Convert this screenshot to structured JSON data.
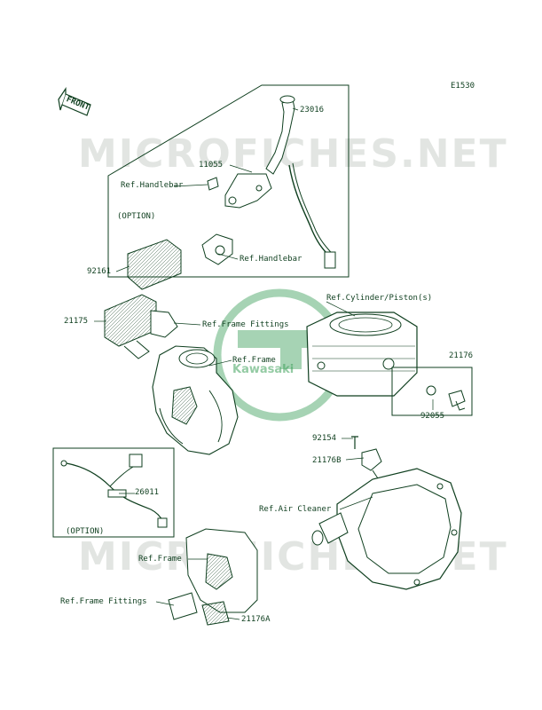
{
  "diagram_code": "E1530",
  "front_arrow_label": "FRONT",
  "watermark_text": "MICROFICHES.NET",
  "logo_text": "Kawasaki",
  "colors": {
    "line": "#0f3f1f",
    "part_fill": "#e6efe8",
    "watermark": "#96a096",
    "logo": "#3ca05a"
  },
  "labels": {
    "p23016": "23016",
    "p11055": "11055",
    "ref_handlebar_1": "Ref.Handlebar",
    "option_1": "(OPTION)",
    "ref_handlebar_2": "Ref.Handlebar",
    "p92161": "92161",
    "p21175": "21175",
    "ref_frame_fittings_1": "Ref.Frame Fittings",
    "ref_frame_1": "Ref.Frame",
    "ref_cylinder": "Ref.Cylinder/Piston(s)",
    "p21176": "21176",
    "p92055": "92055",
    "p92154": "92154",
    "p21176b": "21176B",
    "p26011": "26011",
    "option_2": "(OPTION)",
    "ref_air_cleaner": "Ref.Air Cleaner",
    "ref_frame_2": "Ref.Frame",
    "ref_frame_fittings_2": "Ref.Frame Fittings",
    "p21176a": "21176A"
  }
}
